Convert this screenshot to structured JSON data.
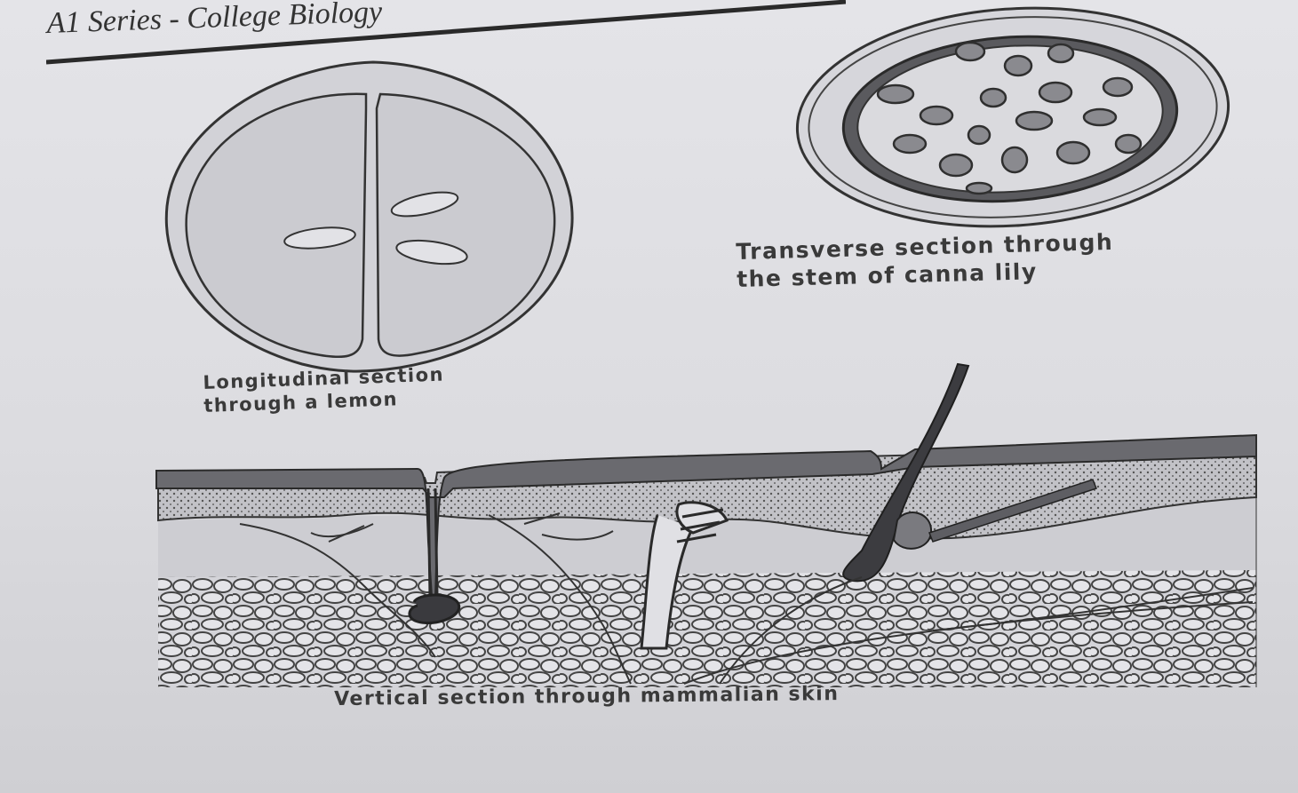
{
  "header": {
    "title": "A1 Series - College Biology"
  },
  "figures": {
    "canna": {
      "caption_line1": "Transverse section through",
      "caption_line2": "the stem of canna lily"
    },
    "lemon": {
      "caption_line1": "Longitudinal section",
      "caption_line2": "through a lemon"
    },
    "skin": {
      "caption": "Vertical section through mammalian skin"
    }
  },
  "colors": {
    "paper": "#e0e0e4",
    "ink": "#2e2e2e"
  }
}
